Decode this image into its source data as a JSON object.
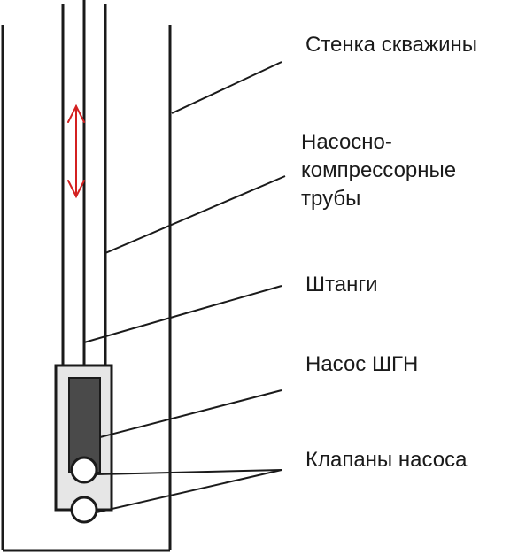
{
  "labels": {
    "well_wall": "Стенка скважины",
    "tubing": [
      "Насосно-",
      "компрессорные",
      "трубы"
    ],
    "rods": "Штанги",
    "pump": "Насос ШГН",
    "valves": "Клапаны насоса"
  },
  "colors": {
    "line": "#1a1a1a",
    "motion_arrow": "#d32020",
    "pump_body": "#e6e6e6",
    "plunger": "#4a4a4a"
  }
}
